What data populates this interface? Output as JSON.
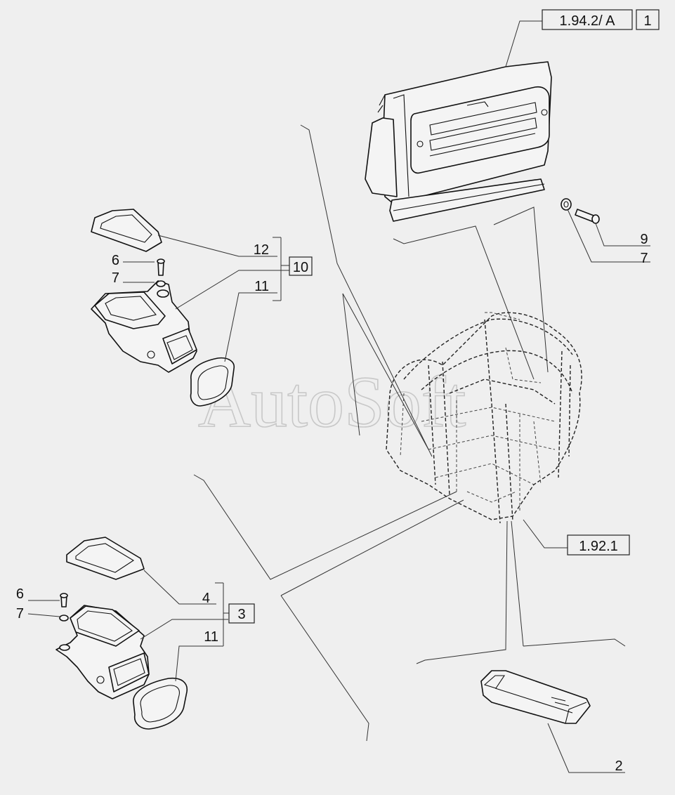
{
  "watermark": "AutoSoft",
  "labels": {
    "ref_1942": "1.94.2/ A",
    "ref_1": "1",
    "ref_1921": "1.92.1",
    "ref_10": "10",
    "ref_3": "3",
    "part_12": "12",
    "part_11_upper": "11",
    "part_6_upper": "6",
    "part_7_upper": "7",
    "part_9": "9",
    "part_7_right": "7",
    "part_4": "4",
    "part_6_lower": "6",
    "part_7_lower": "7",
    "part_11_lower": "11",
    "part_2": "2"
  },
  "icons": {
    "cab_frame": "cab-frame-icon",
    "roof_panel": "roof-air-box-icon",
    "duct": "air-duct-icon",
    "gasket": "gasket-icon",
    "bolt": "bolt-icon",
    "washer": "washer-icon",
    "channel": "air-channel-icon"
  }
}
